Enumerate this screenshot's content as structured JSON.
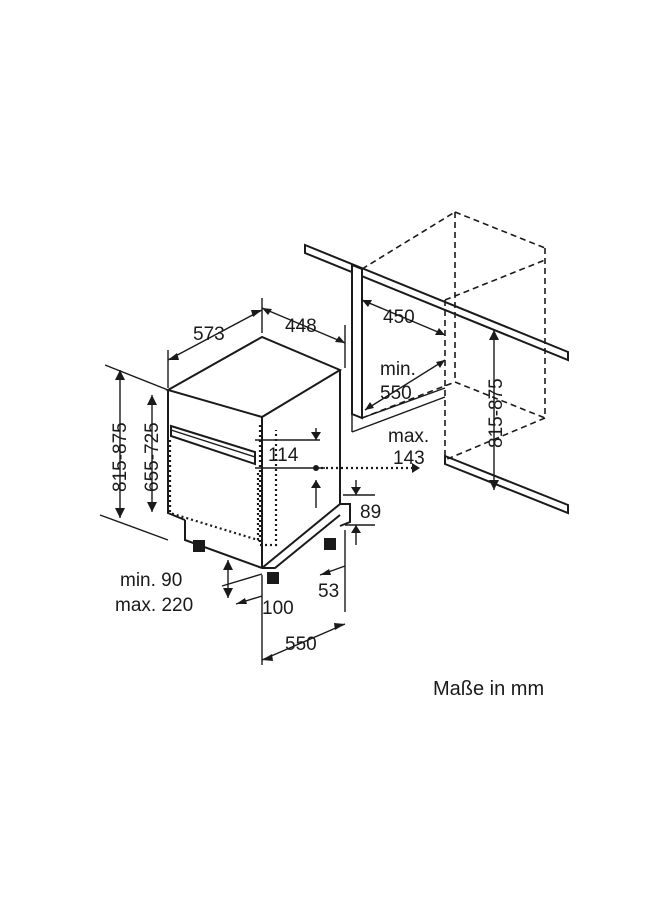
{
  "caption": "Maße in mm",
  "dimensions": {
    "depth_top": "573",
    "width_top": "448",
    "niche_width": "450",
    "niche_depth_min": "min.\n550",
    "niche_height": "815-875",
    "total_height": "815-875",
    "body_height": "655-725",
    "panel_offset": "114",
    "gap_max": "max.\n143",
    "plinth_height": "89",
    "plinth_recess": "53",
    "foot_range": "min. 90\nmax. 220",
    "foot_offset": "100",
    "depth_bottom": "550"
  }
}
